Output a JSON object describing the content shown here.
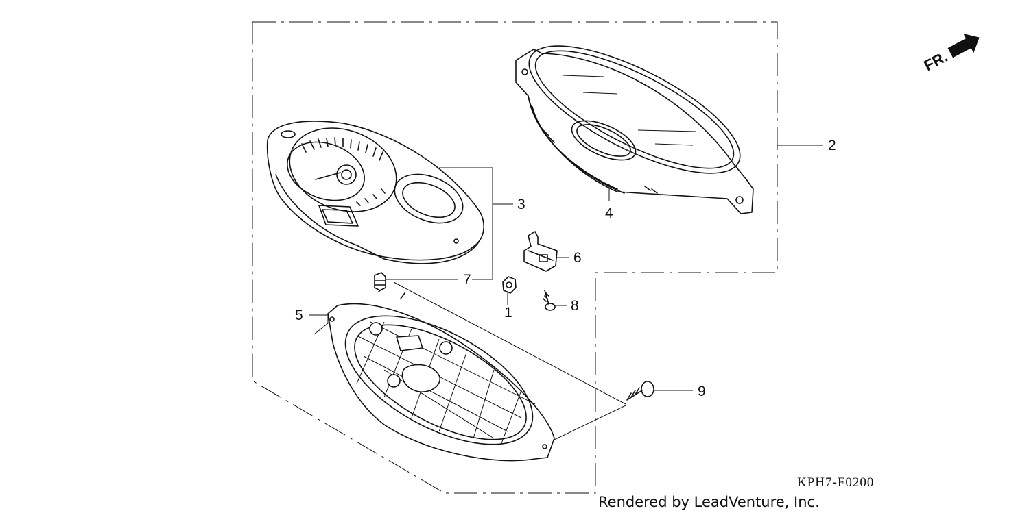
{
  "callouts": [
    {
      "id": "1",
      "label": "1"
    },
    {
      "id": "2",
      "label": "2"
    },
    {
      "id": "3",
      "label": "3"
    },
    {
      "id": "4",
      "label": "4"
    },
    {
      "id": "5",
      "label": "5"
    },
    {
      "id": "6",
      "label": "6"
    },
    {
      "id": "7",
      "label": "7"
    },
    {
      "id": "8",
      "label": "8"
    },
    {
      "id": "9",
      "label": "9"
    }
  ],
  "direction_marker": "FR.",
  "diagram_code": "KPH7-F0200",
  "credit": "Rendered by LeadVenture, Inc.",
  "icons": [
    "front-direction-arrow-icon"
  ]
}
